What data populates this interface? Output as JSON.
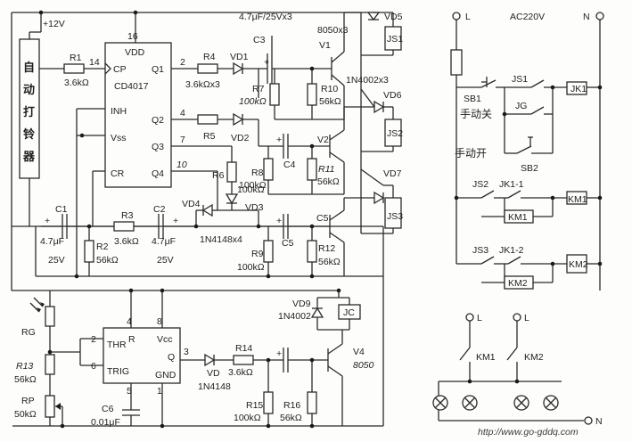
{
  "supply": {
    "vcc": "+12V",
    "ac": "AC220V",
    "line": "L",
    "neutral": "N"
  },
  "module": {
    "name": "自动打铃器"
  },
  "counter": {
    "name": "CD4017",
    "vdd": "VDD",
    "pin_vdd": "16",
    "cp": "CP",
    "inh": "INH",
    "vss": "Vss",
    "cr": "CR",
    "q1": "Q1",
    "q2": "Q2",
    "q3": "Q3",
    "q4": "Q4",
    "p14": "14",
    "p2": "2",
    "p4": "4",
    "p7": "7",
    "p10": "10"
  },
  "timer": {
    "thr": "THR",
    "trig": "TRIG",
    "r": "R",
    "vcc": "Vcc",
    "q": "Q",
    "gnd": "GND",
    "p2": "2",
    "p6": "6",
    "p4": "4",
    "p8": "8",
    "p3": "3",
    "p5": "5",
    "p1": "1"
  },
  "labels": {
    "r1": "R1",
    "r1v": "3.6kΩ",
    "r4": "R4",
    "r4v": "3.6kΩx3",
    "r5": "R5",
    "r6": "R6",
    "r6v": "100kΩ",
    "r7": "R7",
    "r7v": "100kΩ",
    "r8": "R8",
    "r8v": "100kΩ",
    "r9": "R9",
    "r9v": "100kΩ",
    "r10": "R10",
    "r10v": "56kΩ",
    "r11": "R11",
    "r11v": "56kΩ",
    "r12": "R12",
    "r12v": "56kΩ",
    "r2": "R2",
    "r2v": "56kΩ",
    "r3": "R3",
    "r3v": "3.6kΩ",
    "c1": "C1",
    "c1v": "4.7μF",
    "c1v2": "25V",
    "c2": "C2",
    "c2v": "4.7μF",
    "c2v2": "25V",
    "c3": "C3",
    "c3v": "4.7μF/25Vx3",
    "c4": "C4",
    "c5": "C5",
    "c5b": "C5",
    "vd1": "VD1",
    "vd2": "VD2",
    "vd3": "VD3",
    "vd4": "VD4",
    "vd4v": "1N4148x4",
    "vd5": "VD5",
    "vd6": "VD6",
    "vd7": "VD7",
    "vd6v": "1N4002x3",
    "v1": "V1",
    "v1v": "8050x3",
    "v2": "V2",
    "js1": "JS1",
    "js2": "JS2",
    "js3": "JS3",
    "rg": "RG",
    "r13": "R13",
    "r13v": "56kΩ",
    "rp": "RP",
    "rpv": "50kΩ",
    "c6": "C6",
    "c6v": "0.01μF",
    "vd": "VD",
    "vdv": "1N4148",
    "r14": "R14",
    "r14v": "3.6kΩ",
    "r15": "R15",
    "r15v": "100kΩ",
    "r16": "R16",
    "r16v": "56kΩ",
    "vd9": "VD9",
    "vd9v": "1N4002",
    "jc": "JC",
    "v4": "V4",
    "v4v": "8050"
  },
  "relay": {
    "sb1": "SB1",
    "sb1t": "手动关",
    "js1": "JS1",
    "jk1": "JK1",
    "jg": "JG",
    "manual_on": "手动开",
    "sb2": "SB2",
    "js2": "JS2",
    "jk11": "JK1-1",
    "km1": "KM1",
    "km1b": "KM1",
    "js3": "JS3",
    "jk12": "JK1-2",
    "km2": "KM2",
    "km2b": "KM2"
  },
  "lamps": {
    "l1": "L",
    "l2": "L",
    "km1": "KM1",
    "km2": "KM2",
    "n": "N"
  },
  "watermark": "http://www.go-gddq.com"
}
